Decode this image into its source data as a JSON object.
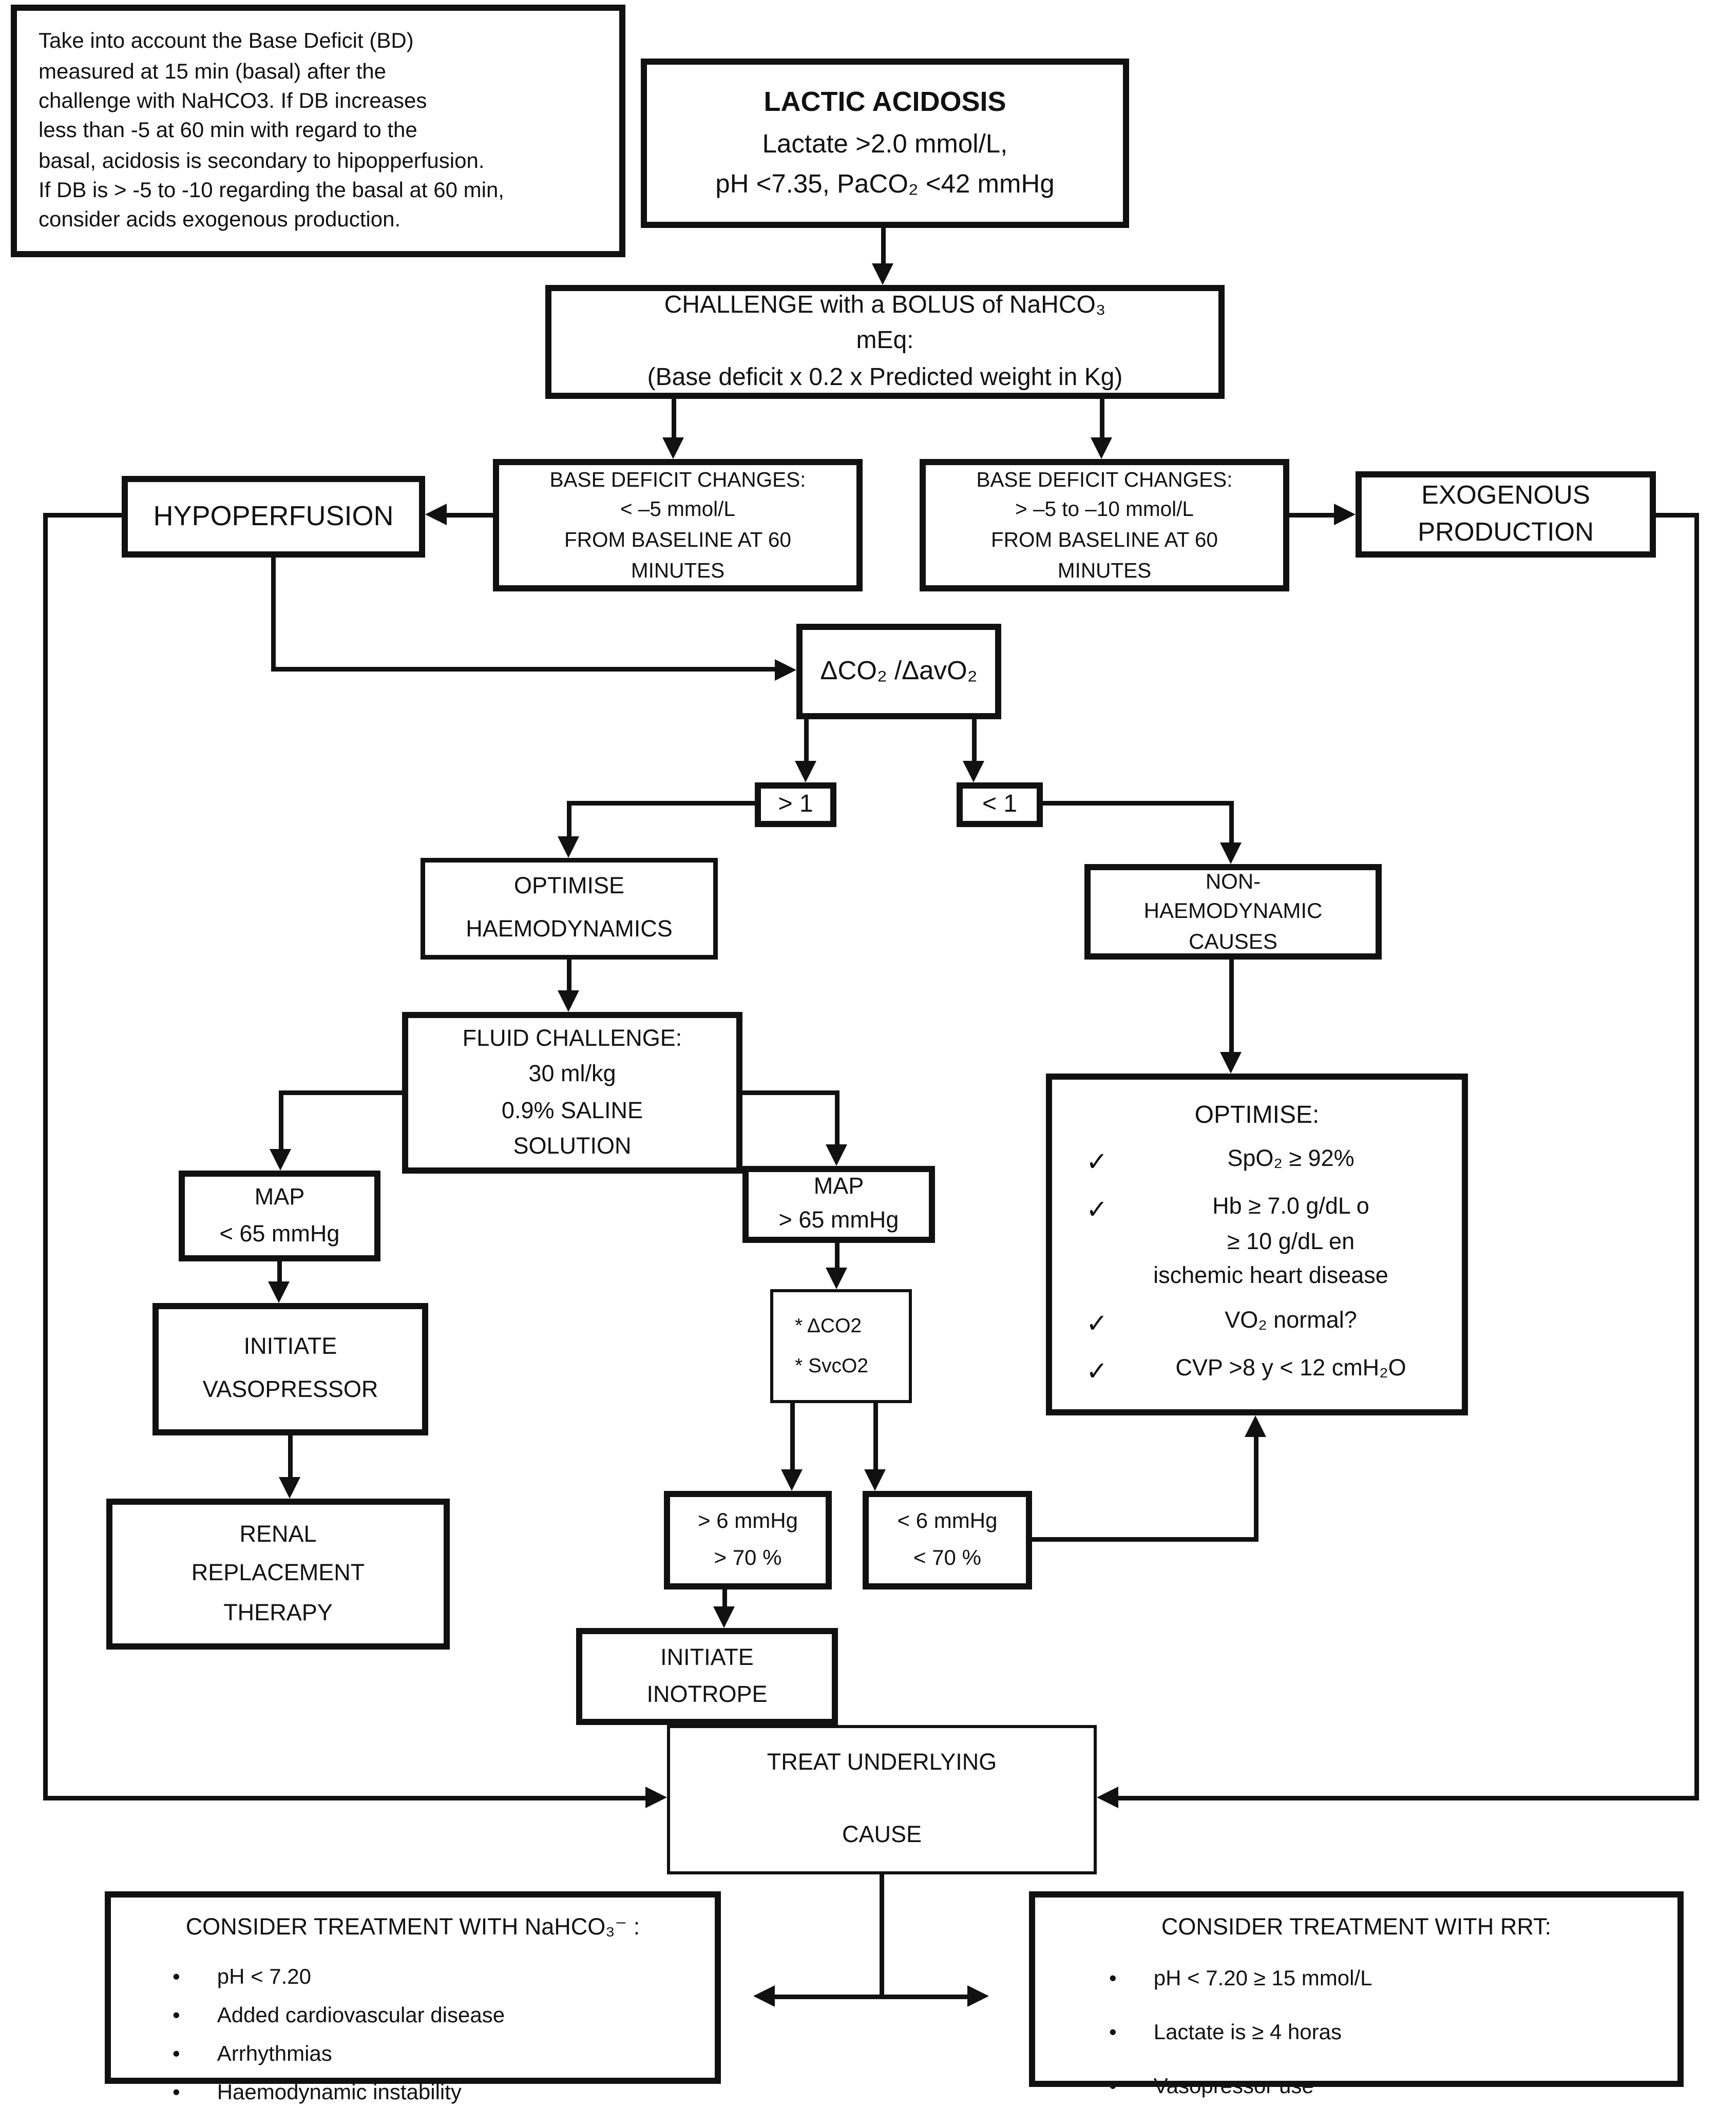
{
  "colors": {
    "ink": "#111111",
    "paper": "#ffffff"
  },
  "note": {
    "lines": [
      "Take into account the Base Deficit (BD)",
      "measured at 15 min (basal) after the",
      "challenge with NaHCO3. If DB increases",
      "less than -5 at 60 min with regard to the",
      "basal, acidosis is secondary to hipopperfusion.",
      "If DB is > -5 to -10 regarding the basal at 60 min,",
      "consider acids exogenous production."
    ]
  },
  "lactic": {
    "title": "LACTIC ACIDOSIS",
    "l1": "Lactate >2.0 mmol/L,",
    "l2": "pH <7.35, PaCO₂ <42 mmHg"
  },
  "challenge": {
    "l1": "CHALLENGE with a BOLUS of NaHCO₃",
    "l2": "mEq:",
    "l3": "(Base deficit x 0.2 x Predicted weight in Kg)"
  },
  "bd_left": {
    "l1": "BASE DEFICIT CHANGES:",
    "l2": "< –5 mmol/L",
    "l3": "FROM BASELINE AT 60",
    "l4": "MINUTES"
  },
  "bd_right": {
    "l1": "BASE DEFICIT CHANGES:",
    "l2": "> –5 to –10 mmol/L",
    "l3": "FROM BASELINE AT 60",
    "l4": "MINUTES"
  },
  "hypoperfusion": {
    "label": "HYPOPERFUSION"
  },
  "exogenous": {
    "l1": "EXOGENOUS",
    "l2": "PRODUCTION"
  },
  "ratio": {
    "label": "ΔCO₂ /ΔavO₂"
  },
  "gt1": {
    "label": "> 1"
  },
  "lt1": {
    "label": "< 1"
  },
  "optimise_haemo": {
    "l1": "OPTIMISE",
    "l2": "HAEMODYNAMICS"
  },
  "non_haemo": {
    "l1": "NON-",
    "l2": "HAEMODYNAMIC",
    "l3": "CAUSES"
  },
  "fluid": {
    "l1": "FLUID CHALLENGE:",
    "l2": "30 ml/kg",
    "l3": "0.9% SALINE",
    "l4": "SOLUTION"
  },
  "checklist": {
    "title": "OPTIMISE:",
    "check": "✓",
    "item1": "SpO₂ ≥ 92%",
    "item2a": "Hb ≥ 7.0 g/dL o",
    "item2b": "≥ 10 g/dL en",
    "item2c": "ischemic heart disease",
    "item3": "VO₂ normal?",
    "item4": "CVP >8 y < 12 cmH₂O"
  },
  "map_lt65": {
    "l1": "MAP",
    "l2": "< 65 mmHg"
  },
  "map_gt65": {
    "l1": "MAP",
    "l2": "> 65 mmHg"
  },
  "params": {
    "l1": "* ΔCO2",
    "l2": "* SvcO2"
  },
  "vasopressor": {
    "l1": "INITIATE",
    "l2": "VASOPRESSOR"
  },
  "rrt": {
    "l1": "RENAL",
    "l2": "REPLACEMENT",
    "l3": "THERAPY"
  },
  "gt6": {
    "l1": "> 6 mmHg",
    "l2": "> 70 %"
  },
  "lt6": {
    "l1": "< 6 mmHg",
    "l2": "< 70 %"
  },
  "inotrope": {
    "l1": "INITIATE",
    "l2": "INOTROPE"
  },
  "treat": {
    "l1": "TREAT UNDERLYING",
    "l2": "CAUSE"
  },
  "consider_nahco3": {
    "title": "CONSIDER TREATMENT WITH NaHCO₃⁻ :",
    "bullet": "•",
    "items": [
      "pH < 7.20",
      "Added cardiovascular disease",
      "Arrhythmias",
      "Haemodynamic instability"
    ]
  },
  "consider_rrt": {
    "title": "CONSIDER TREATMENT WITH RRT:",
    "bullet": "•",
    "items": [
      "pH < 7.20 ≥ 15 mmol/L",
      "Lactate is ≥ 4 horas",
      "Vasopressor use"
    ]
  }
}
